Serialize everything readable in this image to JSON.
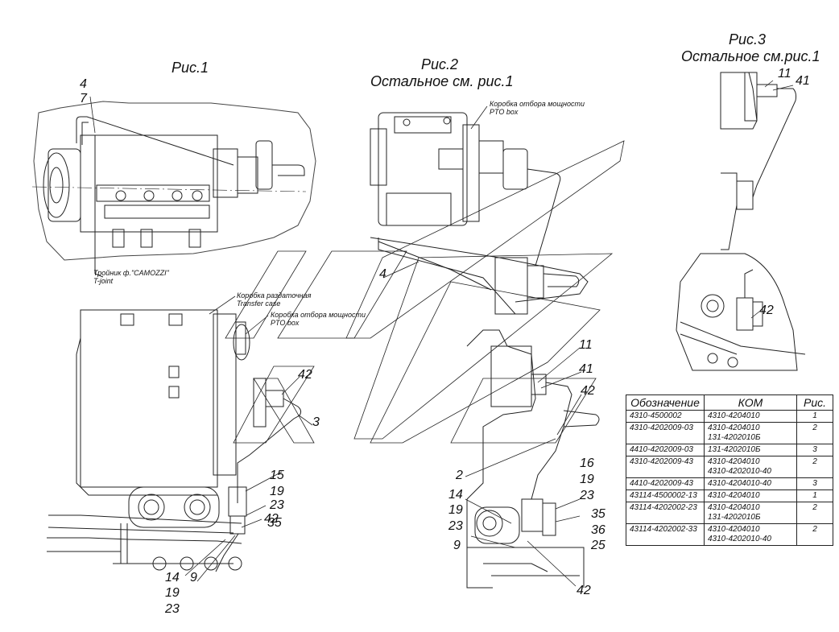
{
  "figures": {
    "fig1_title": "Рис.1",
    "fig2_title": "Рис.2",
    "fig2_subtitle": "Остальное см. рис.1",
    "fig3_title": "Рис.3",
    "fig3_subtitle": "Остальное см.рис.1"
  },
  "notes": {
    "tee_ru": "Тройник ф.\"CAMOZZI\"",
    "tee_en": "T-joint",
    "transfer_ru": "Коробка раздаточная",
    "transfer_en": "Transfer case",
    "pto_ru": "Коробка отбора мощности",
    "pto_en": "PTO box",
    "pto2_ru": "Коробка отбора мощности",
    "pto2_en": "PTO box"
  },
  "callouts": {
    "c4a": "4",
    "c7": "7",
    "c4b": "4",
    "c42a": "42",
    "c3": "3",
    "c15": "15",
    "c19a": "19",
    "c23a": "23",
    "c35a": "35",
    "c42b": "42",
    "c14a": "14",
    "c9a": "9",
    "c19b": "19",
    "c23b": "23",
    "c11a": "11",
    "c41a": "41",
    "c42c": "42",
    "c2": "2",
    "c16": "16",
    "c19c": "19",
    "c23c": "23",
    "c14b": "14",
    "c19d": "19",
    "c23d": "23",
    "c35b": "35",
    "c36": "36",
    "c25": "25",
    "c9b": "9",
    "c42d": "42",
    "c11b": "11",
    "c41b": "41",
    "c42e": "42"
  },
  "table": {
    "headers": [
      "Обозначение",
      "КОМ",
      "Рис."
    ],
    "rows": [
      {
        "designation": "4310-4500002",
        "kom": [
          "4310-4204010"
        ],
        "fig": "1"
      },
      {
        "designation": "4310-4202009-03",
        "kom": [
          "4310-4204010",
          "131-4202010Б"
        ],
        "fig": "2"
      },
      {
        "designation": "4410-4202009-03",
        "kom": [
          "131-4202010Б"
        ],
        "fig": "3"
      },
      {
        "designation": "4310-4202009-43",
        "kom": [
          "4310-4204010",
          "4310-4202010-40"
        ],
        "fig": "2"
      },
      {
        "designation": "4410-4202009-43",
        "kom": [
          "4310-4204010-40"
        ],
        "fig": "3"
      },
      {
        "designation": "43114-4500002-13",
        "kom": [
          "4310-4204010"
        ],
        "fig": "1"
      },
      {
        "designation": "43114-4202002-23",
        "kom": [
          "4310-4204010",
          "131-4202010Б"
        ],
        "fig": "2"
      },
      {
        "designation": "43114-4202002-33",
        "kom": [
          "4310-4204010",
          "4310-4202010-40"
        ],
        "fig": "2"
      }
    ]
  }
}
